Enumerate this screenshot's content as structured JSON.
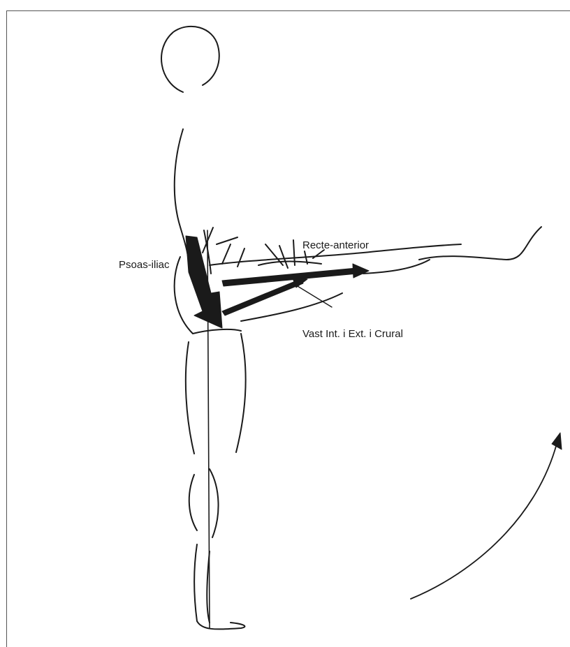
{
  "figure": {
    "colors": {
      "ink": "#1a1a1a",
      "frame": "#555555",
      "paper": "#ffffff"
    },
    "labels": {
      "psoas": "Psoas-iliac",
      "recte": "Recte-anterior",
      "vast": "Vast Int. i Ext. i Crural"
    }
  }
}
